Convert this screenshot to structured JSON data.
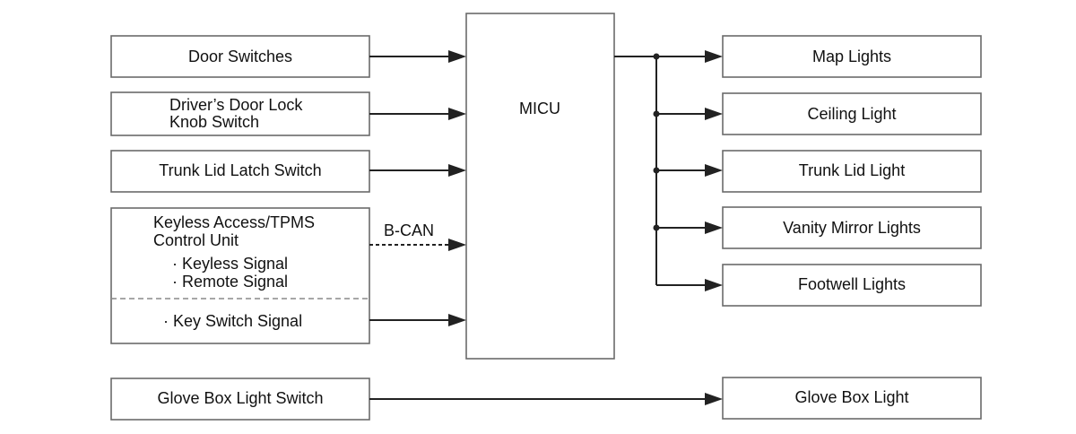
{
  "inputs": {
    "door_switches": "Door Switches",
    "drivers_door_lock_line1": "Driver’s Door Lock",
    "drivers_door_lock_line2": "Knob Switch",
    "trunk_lid_latch_switch": "Trunk Lid Latch Switch",
    "keyless_title_line1": "Keyless Access/TPMS",
    "keyless_title_line2": "Control Unit",
    "keyless_signal": "· Keyless Signal",
    "remote_signal": "· Remote Signal",
    "key_switch_signal": "· Key Switch Signal",
    "glove_box_light_switch": "Glove Box Light Switch"
  },
  "bus_label": "B-CAN",
  "controller": "MICU",
  "outputs": {
    "map_lights": "Map Lights",
    "ceiling_light": "Ceiling Light",
    "trunk_lid_light": "Trunk Lid Light",
    "vanity_mirror_lights": "Vanity Mirror Lights",
    "footwell_lights": "Footwell Lights",
    "glove_box_light": "Glove Box Light"
  }
}
